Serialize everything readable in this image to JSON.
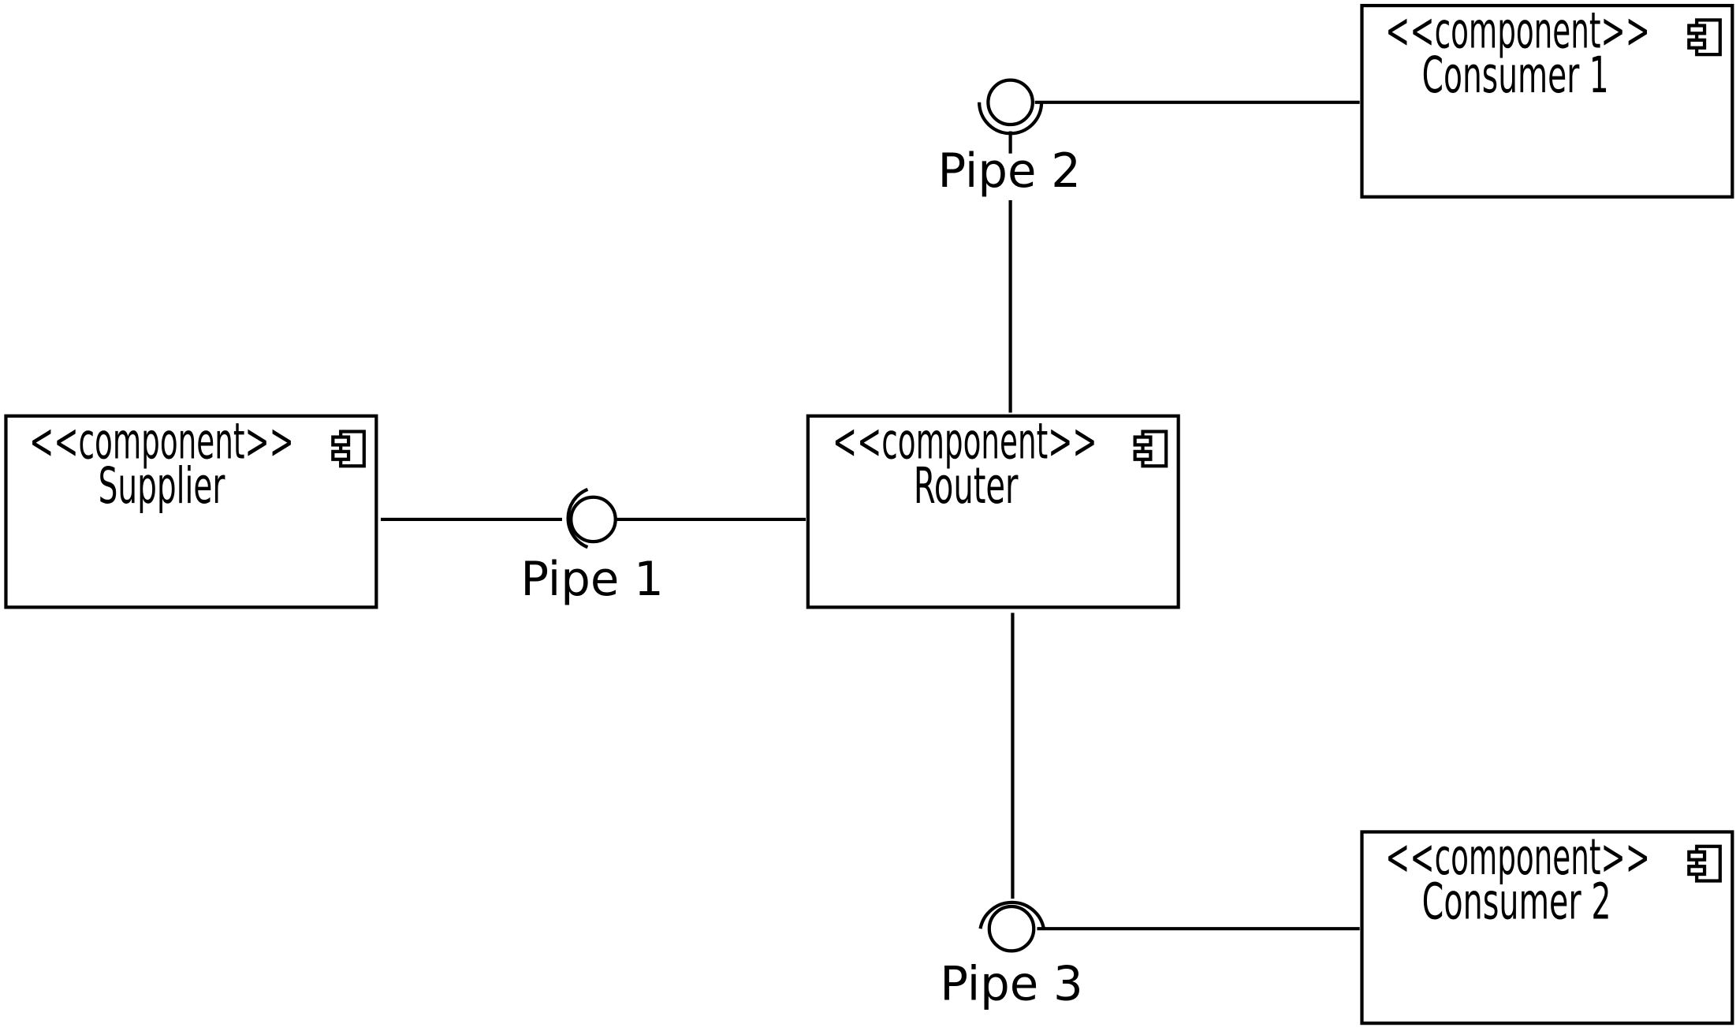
{
  "components": {
    "supplier": {
      "stereotype": "<<component>>",
      "name": "Supplier"
    },
    "router": {
      "stereotype": "<<component>>",
      "name": "Router"
    },
    "consumer1": {
      "stereotype": "<<component>>",
      "name": "Consumer 1"
    },
    "consumer2": {
      "stereotype": "<<component>>",
      "name": "Consumer 2"
    }
  },
  "interfaces": {
    "pipe1": {
      "label": "Pipe 1"
    },
    "pipe2": {
      "label": "Pipe 2"
    },
    "pipe3": {
      "label": "Pipe 3"
    }
  },
  "connections": [
    {
      "from": "Supplier",
      "to": "Router",
      "via": "Pipe 1"
    },
    {
      "from": "Router",
      "to": "Consumer 1",
      "via": "Pipe 2"
    },
    {
      "from": "Router",
      "to": "Consumer 2",
      "via": "Pipe 3"
    }
  ]
}
